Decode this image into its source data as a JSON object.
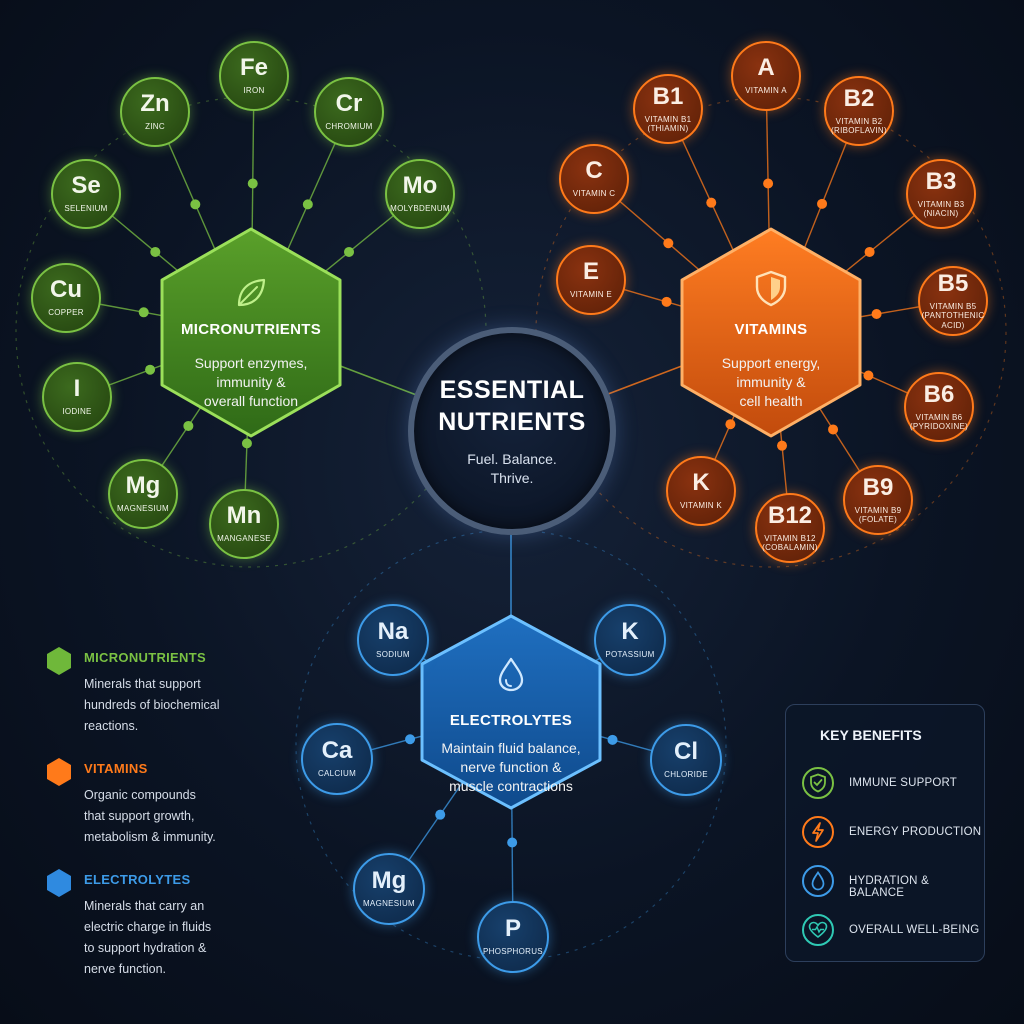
{
  "colors": {
    "micronutrients": "#7ac143",
    "vitamins": "#ff7a1a",
    "electrolytes": "#3d9be8",
    "wellbeing": "#2fc9b4"
  },
  "center": {
    "title_line1": "ESSENTIAL",
    "title_line2": "NUTRIENTS",
    "tagline_line1": "Fuel. Balance.",
    "tagline_line2": "Thrive."
  },
  "groups": [
    {
      "id": "micronutrients",
      "title": "MICRONUTRIENTS",
      "icon": "leaf-icon",
      "desc": [
        "Support enzymes,",
        "immunity &",
        "overall function"
      ]
    },
    {
      "id": "vitamins",
      "title": "VITAMINS",
      "icon": "shield-icon",
      "desc": [
        "Support energy,",
        "immunity &",
        "cell health"
      ]
    },
    {
      "id": "electrolytes",
      "title": "ELECTROLYTES",
      "icon": "water-drop-icon",
      "desc": [
        "Maintain fluid balance,",
        "nerve function &",
        "muscle contractions"
      ]
    }
  ],
  "micronutrients": [
    {
      "symbol": "Fe",
      "name": [
        "IRON"
      ]
    },
    {
      "symbol": "Zn",
      "name": [
        "ZINC"
      ]
    },
    {
      "symbol": "Cr",
      "name": [
        "CHROMIUM"
      ]
    },
    {
      "symbol": "Se",
      "name": [
        "SELENIUM"
      ]
    },
    {
      "symbol": "Mo",
      "name": [
        "MOLYBDENUM"
      ]
    },
    {
      "symbol": "Cu",
      "name": [
        "COPPER"
      ]
    },
    {
      "symbol": "I",
      "name": [
        "IODINE"
      ]
    },
    {
      "symbol": "Mg",
      "name": [
        "MAGNESIUM"
      ]
    },
    {
      "symbol": "Mn",
      "name": [
        "MANGANESE"
      ]
    }
  ],
  "vitamins": [
    {
      "symbol": "A",
      "name": [
        "VITAMIN A"
      ]
    },
    {
      "symbol": "B1",
      "name": [
        "VITAMIN B1",
        "(THIAMIN)"
      ]
    },
    {
      "symbol": "B2",
      "name": [
        "VITAMIN B2",
        "(RIBOFLAVIN)"
      ]
    },
    {
      "symbol": "C",
      "name": [
        "VITAMIN C"
      ]
    },
    {
      "symbol": "B3",
      "name": [
        "VITAMIN B3",
        "(NIACIN)"
      ]
    },
    {
      "symbol": "E",
      "name": [
        "VITAMIN E"
      ]
    },
    {
      "symbol": "B5",
      "name": [
        "VITAMIN B5",
        "(PANTOTHENIC",
        "ACID)"
      ]
    },
    {
      "symbol": "B6",
      "name": [
        "VITAMIN B6",
        "(PYRIDOXINE)"
      ]
    },
    {
      "symbol": "K",
      "name": [
        "VITAMIN K"
      ]
    },
    {
      "symbol": "B9",
      "name": [
        "VITAMIN B9",
        "(FOLATE)"
      ]
    },
    {
      "symbol": "B12",
      "name": [
        "VITAMIN B12",
        "(COBALAMIN)"
      ]
    }
  ],
  "electrolytes": [
    {
      "symbol": "Na",
      "name": [
        "SODIUM"
      ]
    },
    {
      "symbol": "K",
      "name": [
        "POTASSIUM"
      ]
    },
    {
      "symbol": "Ca",
      "name": [
        "CALCIUM"
      ]
    },
    {
      "symbol": "Cl",
      "name": [
        "CHLORIDE"
      ]
    },
    {
      "symbol": "Mg",
      "name": [
        "MAGNESIUM"
      ]
    },
    {
      "symbol": "P",
      "name": [
        "PHOSPHORUS"
      ]
    }
  ],
  "legend": [
    {
      "title": "MICRONUTRIENTS",
      "desc": [
        "Minerals that support",
        "hundreds of biochemical",
        "reactions."
      ]
    },
    {
      "title": "VITAMINS",
      "desc": [
        "Organic compounds",
        "that support growth,",
        "metabolism & immunity."
      ]
    },
    {
      "title": "ELECTROLYTES",
      "desc": [
        "Minerals that carry an",
        "electric charge in fluids",
        "to support hydration &",
        "nerve function."
      ]
    }
  ],
  "benefits": {
    "title": "KEY BENEFITS",
    "items": [
      {
        "label": "IMMUNE SUPPORT",
        "icon": "shield-check-icon"
      },
      {
        "label": "ENERGY PRODUCTION",
        "icon": "lightning-icon"
      },
      {
        "label": "HYDRATION & BALANCE",
        "icon": "water-drop-icon"
      },
      {
        "label": "OVERALL WELL-BEING",
        "icon": "heart-pulse-icon"
      }
    ]
  }
}
